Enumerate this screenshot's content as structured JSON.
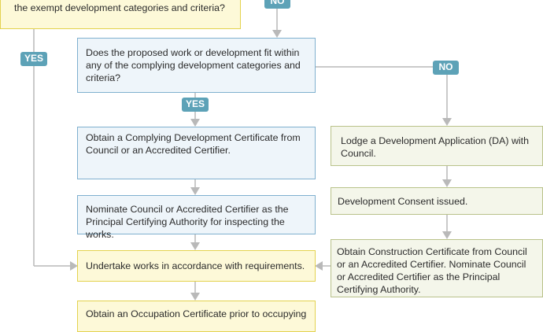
{
  "boxes": {
    "exempt_question": "the exempt development categories and criteria?",
    "complying_question": "Does the proposed work or development fit within any of the complying development categories and criteria?",
    "obtain_cdc": "Obtain a Complying Development Certificate from Council or an Accredited Certifier.",
    "nominate_pca": "Nominate Council or Accredited Certifier as the Principal Certifying Authority for inspecting the works.",
    "undertake_works": "Undertake works in accordance with requirements.",
    "obtain_occupation": "Obtain an Occupation Certificate prior to occupying",
    "lodge_da": "Lodge a Development Application (DA) with Council.",
    "consent_issued": "Development Consent issued.",
    "obtain_construction": "Obtain Construction Certificate from Council or an Accredited Certifier. Nominate Council or Accredited Certifier as the Principal Certifying Authority."
  },
  "labels": {
    "no_top": "NO",
    "yes_left": "YES",
    "no_right": "NO",
    "yes_mid": "YES"
  },
  "colors": {
    "tag_bg": "#5da2b7",
    "connector": "#b9b9b9",
    "yellow_fill": "#fdf9d8",
    "blue_fill": "#eef5fa",
    "green_fill": "#f4f6ea"
  }
}
